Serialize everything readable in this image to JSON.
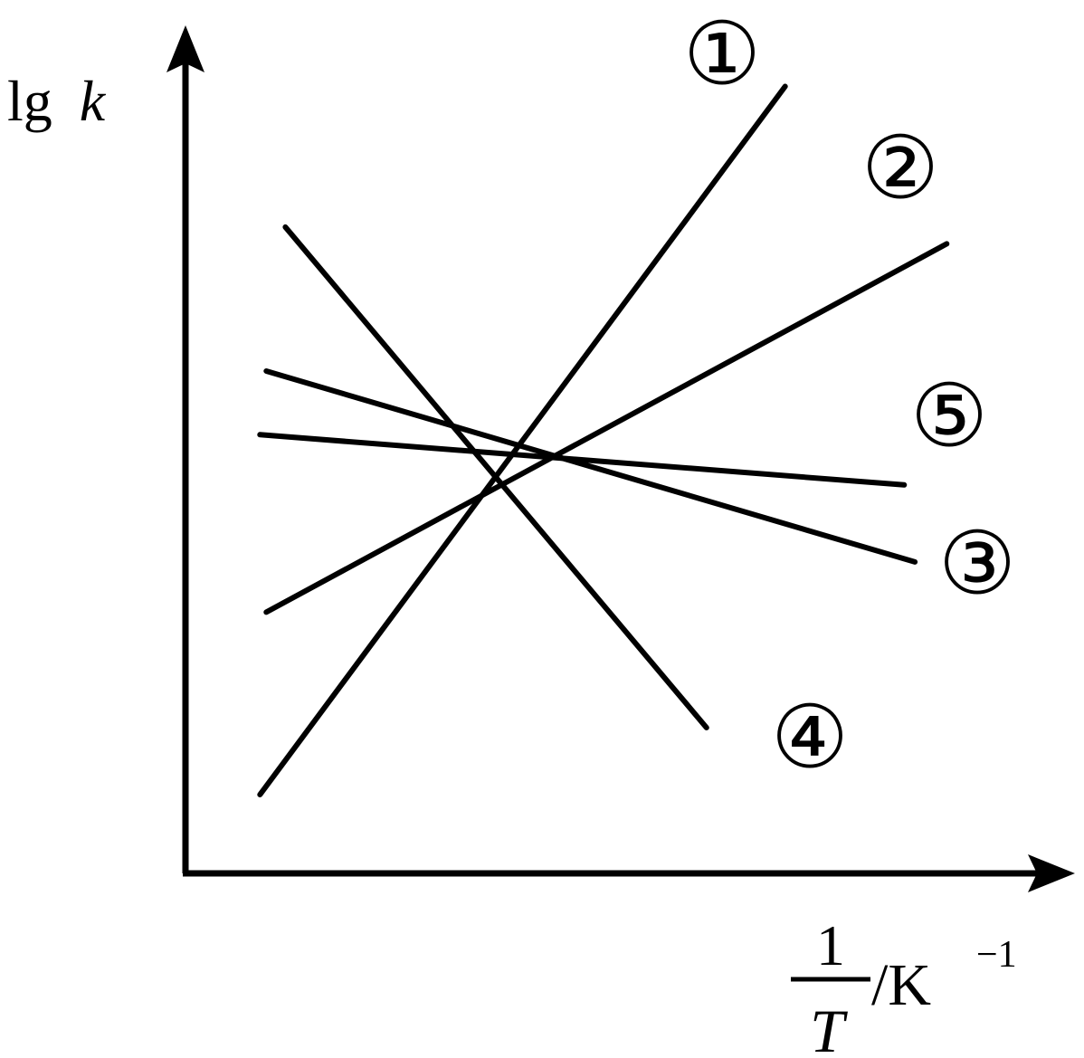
{
  "chart_data": {
    "type": "line",
    "ylabel": {
      "prefix": "lg",
      "variable": "k"
    },
    "xlabel": {
      "numerator": "1",
      "denominator": "T",
      "unit": "/K",
      "exponent": "−1"
    },
    "series": [
      {
        "label": "①",
        "x": [
          0.35,
          2.82
        ],
        "y": [
          -2.03,
          2.2
        ]
      },
      {
        "label": "②",
        "x": [
          0.38,
          3.58
        ],
        "y": [
          -0.94,
          1.26
        ]
      },
      {
        "label": "③",
        "x": [
          0.38,
          3.43
        ],
        "y": [
          0.5,
          -0.64
        ]
      },
      {
        "label": "④",
        "x": [
          0.47,
          2.45
        ],
        "y": [
          1.36,
          -1.63
        ]
      },
      {
        "label": "⑤",
        "x": [
          0.35,
          3.38
        ],
        "y": [
          0.12,
          -0.18
        ]
      }
    ],
    "xlim": [
      0,
      4
    ],
    "ylim": [
      -2.5,
      2.5
    ],
    "grid": false,
    "legend": "none",
    "line_color": "#000000",
    "axis_color": "#000000"
  }
}
